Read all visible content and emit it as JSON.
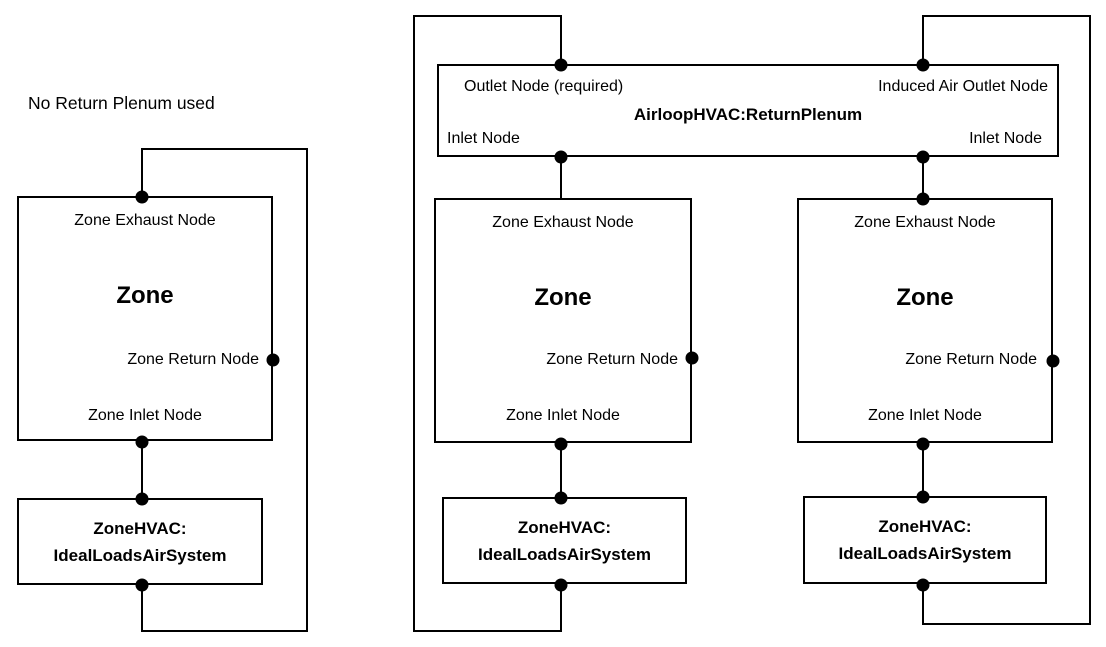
{
  "figures": {
    "left": {
      "title": "No Return Plenum used",
      "zone": {
        "exhaust": "Zone Exhaust Node",
        "name": "Zone",
        "return_node": "Zone Return Node",
        "inlet": "Zone Inlet Node"
      },
      "hvac": {
        "line1": "ZoneHVAC:",
        "line2": "IdealLoadsAirSystem"
      }
    },
    "right": {
      "plenum": {
        "outlet": "Outlet Node (required)",
        "induced_outlet": "Induced Air Outlet Node",
        "title": "AirloopHVAC:ReturnPlenum",
        "inlet_left": "Inlet Node",
        "inlet_right": "Inlet Node"
      },
      "zone1": {
        "exhaust": "Zone Exhaust Node",
        "name": "Zone",
        "return_node": "Zone Return Node",
        "inlet": "Zone Inlet Node"
      },
      "hvac1": {
        "line1": "ZoneHVAC:",
        "line2": "IdealLoadsAirSystem"
      },
      "zone2": {
        "exhaust": "Zone Exhaust Node",
        "name": "Zone",
        "return_node": "Zone Return Node",
        "inlet": "Zone Inlet Node"
      },
      "hvac2": {
        "line1": "ZoneHVAC:",
        "line2": "IdealLoadsAirSystem"
      }
    }
  }
}
